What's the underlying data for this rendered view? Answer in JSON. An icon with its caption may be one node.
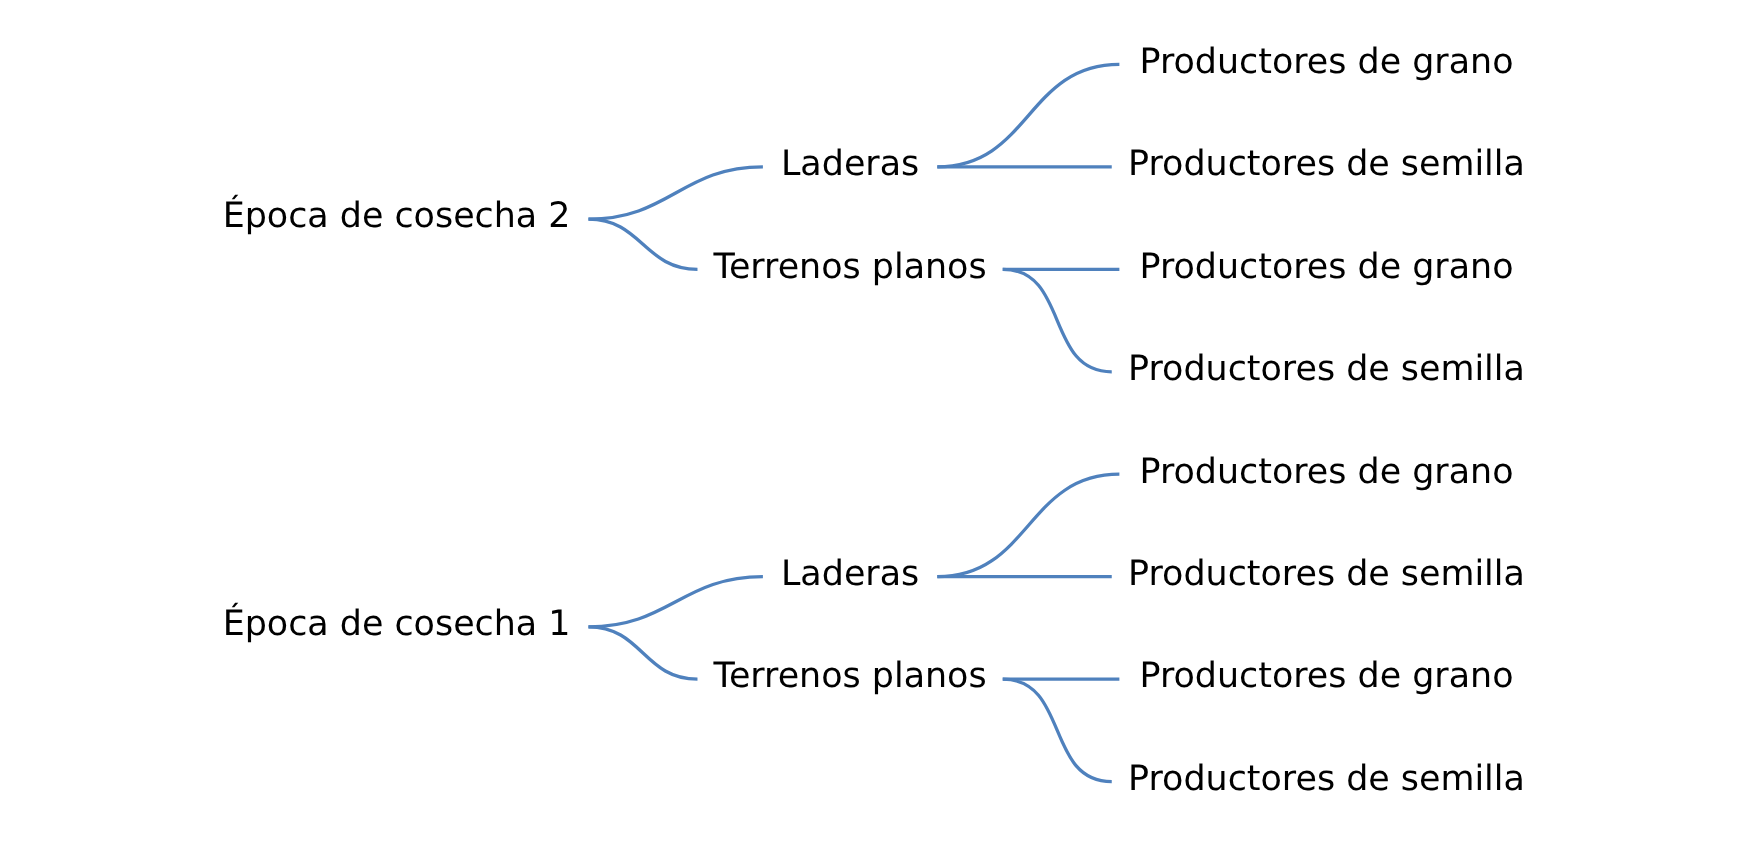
{
  "diagram": {
    "nodes": [
      {
        "text": [
          "Época de cosecha 1"
        ]
      },
      {
        "text": [
          "Laderas"
        ]
      },
      {
        "text": [
          "Productores de grano"
        ]
      },
      {
        "text": [
          "Productores de semilla"
        ]
      },
      {
        "text": [
          "Terrenos planos"
        ]
      },
      {
        "text": [
          "Productores de grano"
        ]
      },
      {
        "text": [
          "Productores de semilla"
        ]
      },
      {
        "text": [
          "Época de cosecha 2"
        ]
      },
      {
        "text": [
          "Laderas"
        ]
      },
      {
        "text": [
          "Productores de grano"
        ]
      },
      {
        "text": [
          "Productores de semilla"
        ]
      },
      {
        "text": [
          "Terrenos planos"
        ]
      },
      {
        "text": [
          "Productores de grano"
        ]
      },
      {
        "text": [
          "Productores de semilla"
        ]
      }
    ],
    "edges": [
      {
        "from": 0,
        "to": 1,
        "arrow": "none"
      },
      {
        "from": 0,
        "to": 4,
        "arrow": "none"
      },
      {
        "from": 1,
        "to": 2,
        "arrow": "none"
      },
      {
        "from": 1,
        "to": 3,
        "arrow": "none"
      },
      {
        "from": 4,
        "to": 5,
        "arrow": "none"
      },
      {
        "from": 4,
        "to": 6,
        "arrow": "none"
      },
      {
        "from": 7,
        "to": 8,
        "arrow": "none"
      },
      {
        "from": 7,
        "to": 11,
        "arrow": "none"
      },
      {
        "from": 8,
        "to": 9,
        "arrow": "none"
      },
      {
        "from": 8,
        "to": 10,
        "arrow": "none"
      },
      {
        "from": 11,
        "to": 12,
        "arrow": "none"
      },
      {
        "from": 11,
        "to": 13,
        "arrow": "none"
      }
    ]
  }
}
